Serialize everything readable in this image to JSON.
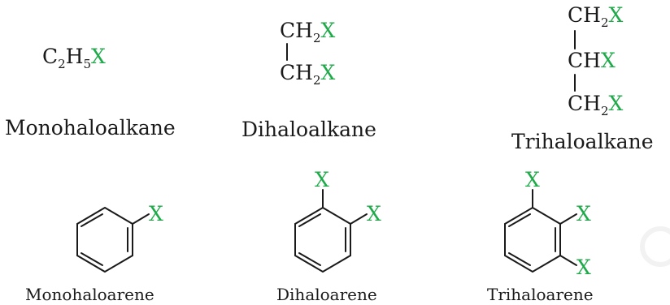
{
  "colors": {
    "ink": "#1a1a1a",
    "halogen": "#1faa4a",
    "background": "#ffffff"
  },
  "halogen_symbol": "X",
  "alkanes": {
    "mono": {
      "caption": "Monohaloalkane",
      "c_sym": "C",
      "c_sub": "2",
      "h_sym": "H",
      "h_sub": "5"
    },
    "di": {
      "caption": "Dihaloalkane",
      "row1": {
        "c": "C",
        "h": "H",
        "sub": "2"
      },
      "row2": {
        "c": "C",
        "h": "H",
        "sub": "2"
      }
    },
    "tri": {
      "caption": "Trihaloalkane",
      "row1": {
        "c": "C",
        "h": "H",
        "sub": "2"
      },
      "row2": {
        "c": "C",
        "h": "H"
      },
      "row3": {
        "c": "C",
        "h": "H",
        "sub": "2"
      }
    }
  },
  "arenes": {
    "mono": {
      "caption": "Monohaloarene"
    },
    "di": {
      "caption": "Dihaloarene"
    },
    "tri": {
      "caption": "Trihaloarene"
    }
  }
}
